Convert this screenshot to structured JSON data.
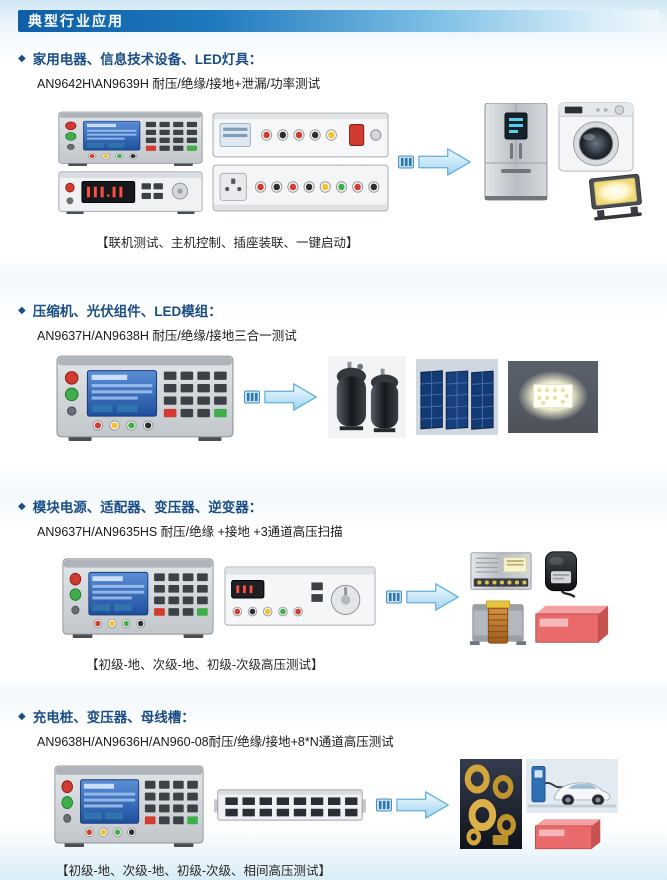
{
  "header": {
    "title": "典型行业应用"
  },
  "colors": {
    "header_gradient_start": "#0d5fa6",
    "header_gradient_end": "#eef7fc",
    "heading_text": "#1b4d85",
    "arrow_fill": "#c8e7f7",
    "arrow_stroke": "#6ab4dd"
  },
  "sections": [
    {
      "bullet": "◆",
      "heading": "家用电器、信息技术设备、LED灯具：",
      "subtitle": "AN9642H\\AN9639H 耐压/绝缘/接地+泄漏/功率测试",
      "caption": "【联机测试、主机控制、插座装联、一键启动】",
      "images": [
        "hipot-tester",
        "power-meter",
        "socket-test-box",
        "terminal-box",
        "connector",
        "arrow-right",
        "refrigerator",
        "washing-machine",
        "led-floodlight"
      ]
    },
    {
      "bullet": "◆",
      "heading": "压缩机、光伏组件、LED模组：",
      "subtitle": "AN9637H/AN9638H 耐压/绝缘/接地三合一测试",
      "images": [
        "hipot-tester",
        "connector",
        "arrow-right",
        "compressors",
        "solar-panels",
        "led-module"
      ]
    },
    {
      "bullet": "◆",
      "heading": "模块电源、适配器、变压器、逆变器：",
      "subtitle": "AN9637H/AN9635HS 耐压/绝缘 +接地 +3通道高压扫描",
      "caption": "【初级-地、次级-地、初级-次级高压测试】",
      "images": [
        "hipot-tester",
        "terminal-panel",
        "connector",
        "arrow-right",
        "switching-power-supply",
        "power-adapter",
        "transformer",
        "power-module"
      ]
    },
    {
      "bullet": "◆",
      "heading": "充电桩、变压器、母线槽：",
      "subtitle": "AN9638H/AN9636H/AN960-08耐压/绝缘/接地+8*N通道高压测试",
      "caption": "【初级-地、次级-地、初级-次级、相间高压测试】",
      "images": [
        "hipot-tester",
        "scanner-unit",
        "connector",
        "arrow-right",
        "magnetic-cores",
        "ev-charging",
        "power-module"
      ]
    }
  ]
}
